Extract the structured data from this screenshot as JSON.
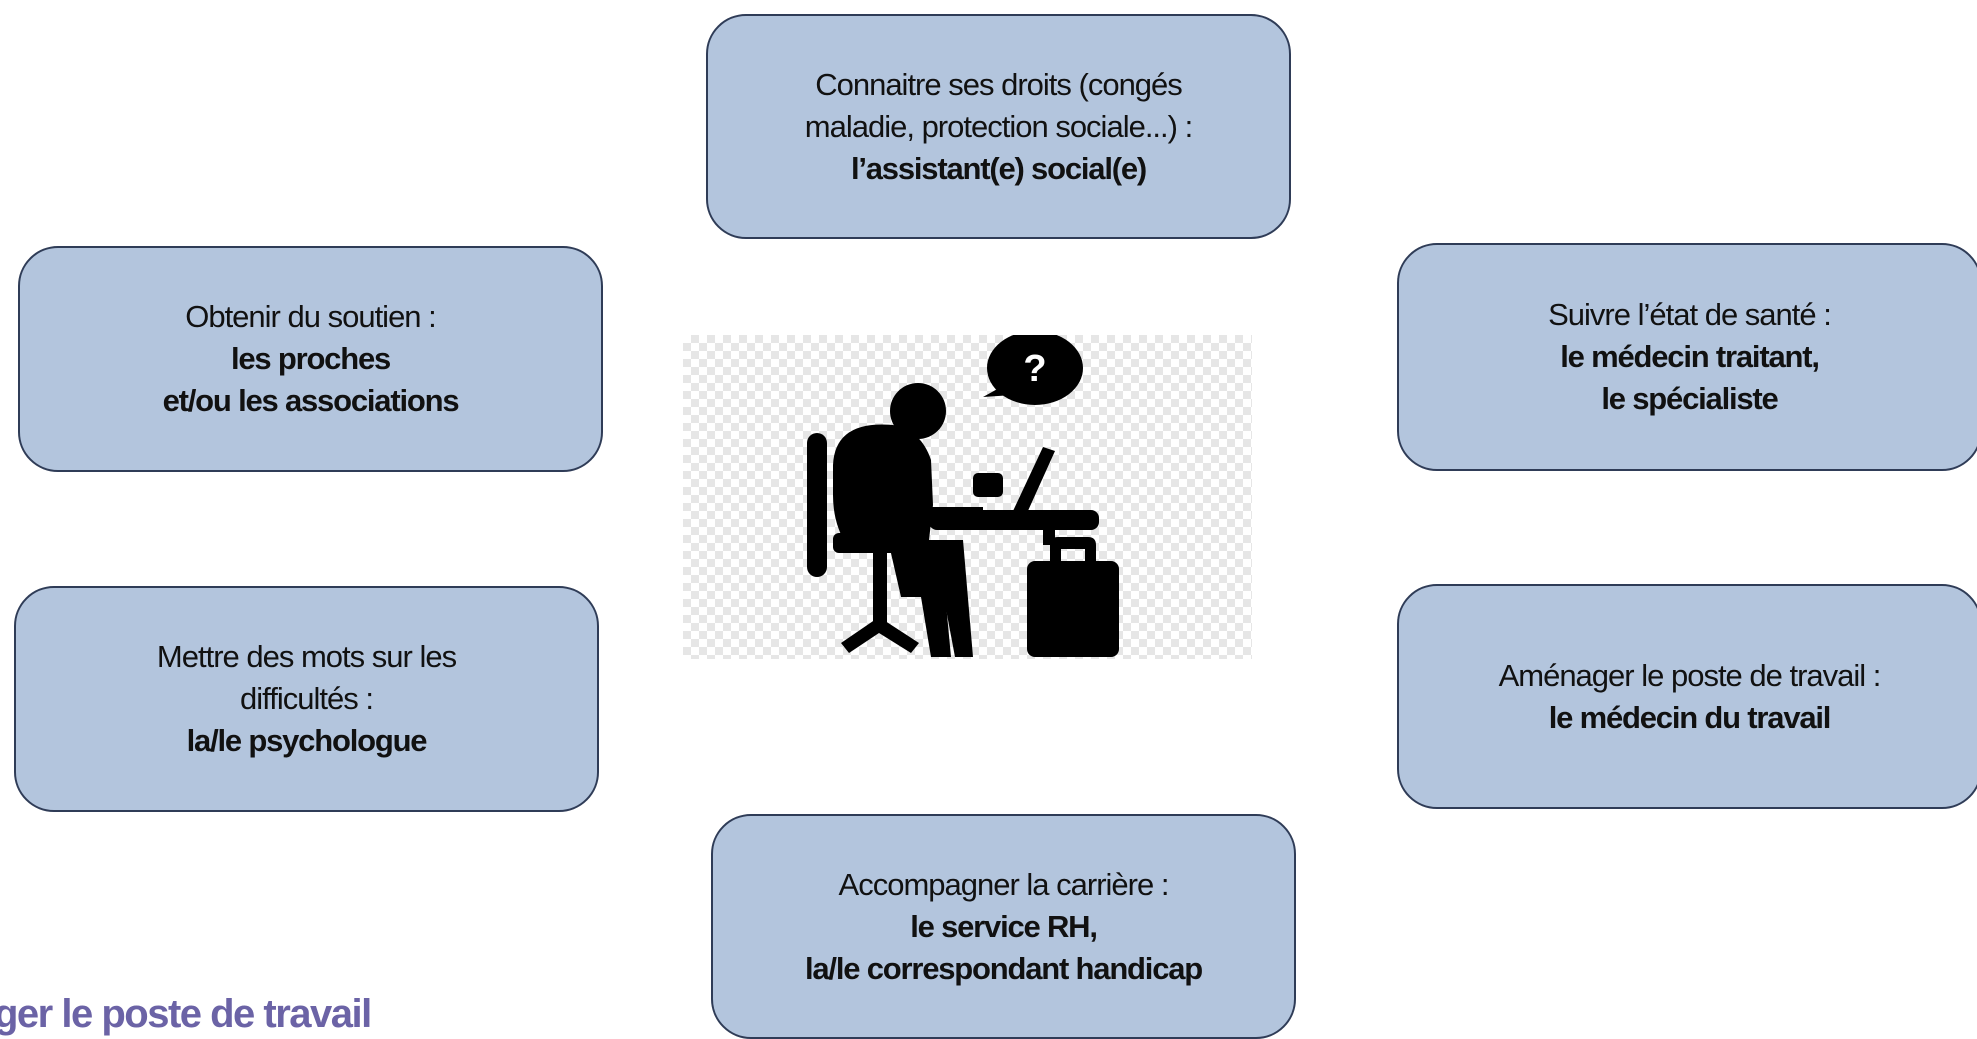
{
  "boxes": {
    "droits": {
      "line1": "Connaitre ses droits (congés",
      "line2": "maladie, protection sociale...) :",
      "bold1": "l’assistant(e) social(e)"
    },
    "soutien": {
      "line1": "Obtenir du soutien :",
      "bold1": "les proches",
      "bold2": "et/ou les associations"
    },
    "sante": {
      "line1": "Suivre l’état de santé :",
      "bold1": "le médecin traitant,",
      "bold2": "le spécialiste"
    },
    "mots": {
      "line1": "Mettre des mots sur les",
      "line2": "difficultés :",
      "bold1": "la/le psychologue"
    },
    "amenager": {
      "line1": "Aménager le poste de travail :",
      "bold1": "le médecin du travail"
    },
    "carriere": {
      "line1": "Accompagner la carrière :",
      "bold1": "le service RH,",
      "bold2": "la/le correspondant handicap"
    }
  },
  "illustration": {
    "icon": "person-at-desk-question-icon",
    "bubble_text": "?"
  },
  "footer": {
    "partial_title": "ger le poste de travail"
  },
  "colors": {
    "box_fill": "#b3c5dd",
    "box_border": "#2f3c57",
    "footer_text": "#6b63a6",
    "icon": "#000000"
  }
}
